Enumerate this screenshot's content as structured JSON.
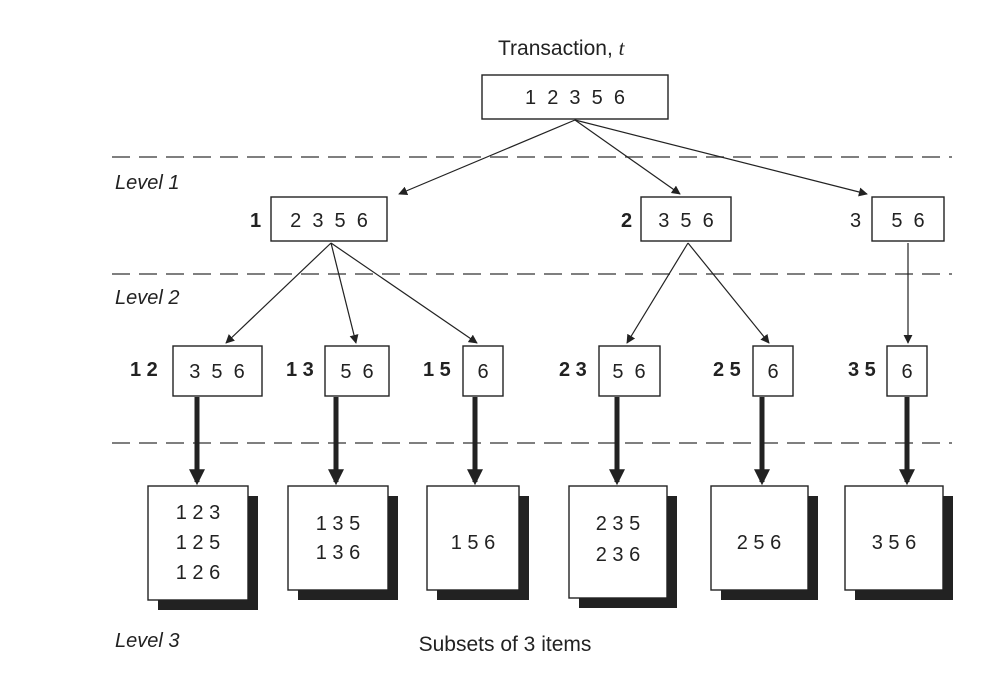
{
  "title": "Transaction, ",
  "title_var": "t",
  "caption": "Subsets of 3 items",
  "levels": [
    "Level 1",
    "Level 2",
    "Level 3"
  ],
  "root": {
    "items": "1  2  3  5  6"
  },
  "level1": [
    {
      "prefix": "1",
      "items": "2  3  5  6",
      "prefix_bold": true
    },
    {
      "prefix": "2",
      "items": "3  5  6",
      "prefix_bold": true
    },
    {
      "prefix": "3",
      "items": "5  6",
      "prefix_bold": false
    }
  ],
  "level2": [
    {
      "prefix": "1 2",
      "items": "3  5  6"
    },
    {
      "prefix": "1 3",
      "items": "5  6"
    },
    {
      "prefix": "1 5",
      "items": "6"
    },
    {
      "prefix": "2 3",
      "items": "5  6"
    },
    {
      "prefix": "2 5",
      "items": "6"
    },
    {
      "prefix": "3 5",
      "items": "6"
    }
  ],
  "level3": [
    {
      "subsets": [
        "1 2 3",
        "1 2 5",
        "1 2 6"
      ]
    },
    {
      "subsets": [
        "1 3 5",
        "1 3 6"
      ]
    },
    {
      "subsets": [
        "1 5 6"
      ]
    },
    {
      "subsets": [
        "2 3 5",
        "2 3 6"
      ]
    },
    {
      "subsets": [
        "2 5 6"
      ]
    },
    {
      "subsets": [
        "3 5 6"
      ]
    }
  ],
  "colors": {
    "line": "#222222",
    "shadow": "#222222",
    "dash": "#555555"
  }
}
